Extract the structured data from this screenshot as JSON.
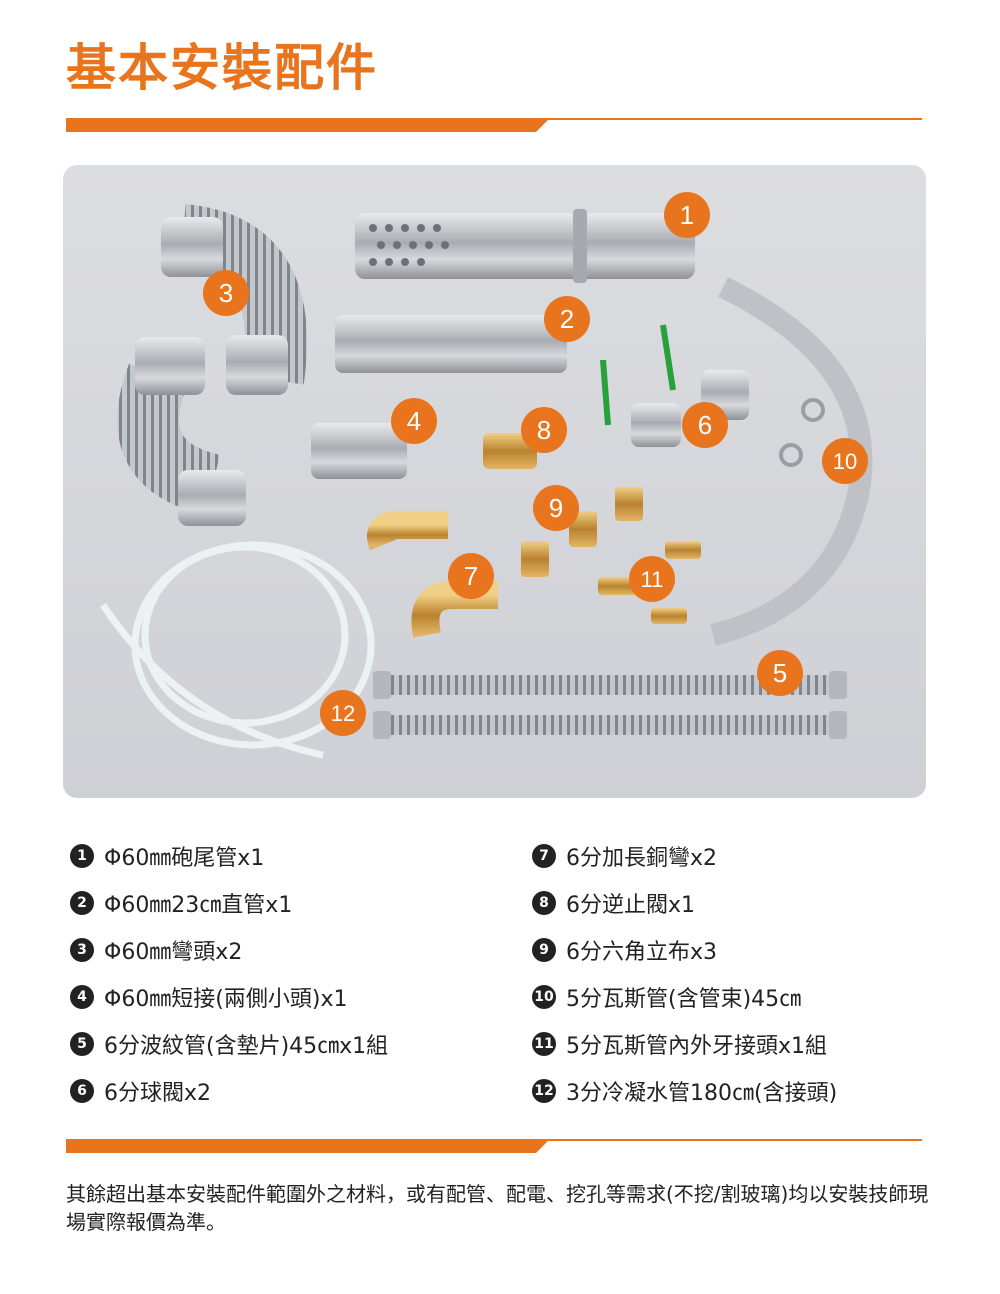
{
  "header": {
    "title": "基本安裝配件"
  },
  "photo": {
    "labels": [
      "1",
      "2",
      "3",
      "4",
      "5",
      "6",
      "7",
      "8",
      "9",
      "10",
      "11",
      "12"
    ]
  },
  "parts_left": [
    {
      "num": "1",
      "text": "Φ60㎜砲尾管x1"
    },
    {
      "num": "2",
      "text": "Φ60㎜23㎝直管x1"
    },
    {
      "num": "3",
      "text": "Φ60㎜彎頭x2"
    },
    {
      "num": "4",
      "text": "Φ60㎜短接(兩側小頭)x1"
    },
    {
      "num": "5",
      "text": "6分波紋管(含墊片)45㎝x1組"
    },
    {
      "num": "6",
      "text": "6分球閥x2"
    }
  ],
  "parts_right": [
    {
      "num": "7",
      "text": "6分加長銅彎x2"
    },
    {
      "num": "8",
      "text": "6分逆止閥x1"
    },
    {
      "num": "9",
      "text": "6分六角立布x3"
    },
    {
      "num": "10",
      "text": "5分瓦斯管(含管束)45㎝"
    },
    {
      "num": "11",
      "text": "5分瓦斯管內外牙接頭x1組"
    },
    {
      "num": "12",
      "text": "3分冷凝水管180㎝(含接頭)"
    }
  ],
  "footer": {
    "note": "其餘超出基本安裝配件範圍外之材料，或有配管、配電、挖孔等需求(不挖/割玻璃)均以安裝技師現場實際報價為準。"
  },
  "colors": {
    "accent": "#e8741e",
    "photo_bg": "#d6d7db",
    "steel": "#b9bcc2",
    "brass": "#c8963e"
  }
}
